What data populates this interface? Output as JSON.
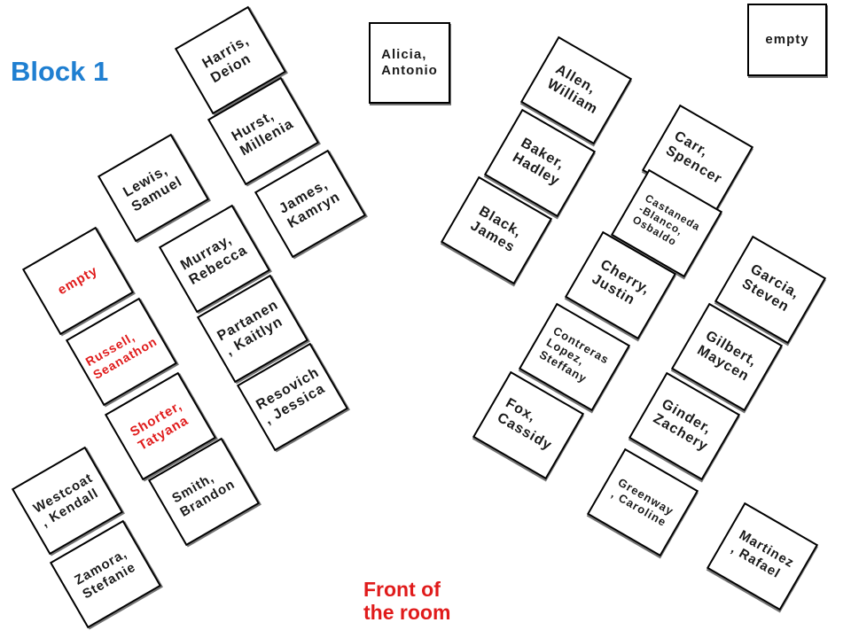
{
  "colors": {
    "title": "#1f7fd1",
    "front": "#e01b1b",
    "highlight": "#e01b1b",
    "text": "#1a1a1a",
    "border": "#000000"
  },
  "title": "Block 1",
  "front_label": "Front of\nthe room",
  "desks": [
    {
      "id": "desk-harris-deion",
      "label": "Harris,\nDeion",
      "highlight": false
    },
    {
      "id": "desk-hurst-millenia",
      "label": "Hurst,\nMillenia",
      "highlight": false
    },
    {
      "id": "desk-james-kamryn",
      "label": "James,\nKamryn",
      "highlight": false
    },
    {
      "id": "desk-lewis-samuel",
      "label": "Lewis,\nSamuel",
      "highlight": false
    },
    {
      "id": "desk-murray-rebecca",
      "label": "Murray,\nRebecca",
      "highlight": false
    },
    {
      "id": "desk-partanen-kaitlyn",
      "label": "Partanen\n, Kaitlyn",
      "highlight": false
    },
    {
      "id": "desk-resovich-jessica",
      "label": "Resovich\n, Jessica",
      "highlight": false
    },
    {
      "id": "desk-empty-left",
      "label": "empty",
      "highlight": true
    },
    {
      "id": "desk-russell-seanathon",
      "label": "Russell,\nSeanathon",
      "highlight": true
    },
    {
      "id": "desk-shorter-tatyana",
      "label": "Shorter,\nTatyana",
      "highlight": true
    },
    {
      "id": "desk-smith-brandon",
      "label": "Smith,\nBrandon",
      "highlight": false
    },
    {
      "id": "desk-westcoat-kendall",
      "label": "Westcoat\n, Kendall",
      "highlight": false
    },
    {
      "id": "desk-zamora-stefanie",
      "label": "Zamora,\nStefanie",
      "highlight": false
    },
    {
      "id": "desk-alicia-antonio",
      "label": "Alicia,\nAntonio",
      "highlight": false
    },
    {
      "id": "desk-allen-william",
      "label": "Allen,\nWilliam",
      "highlight": false
    },
    {
      "id": "desk-baker-hadley",
      "label": "Baker,\nHadley",
      "highlight": false
    },
    {
      "id": "desk-black-james",
      "label": "Black,\nJames",
      "highlight": false
    },
    {
      "id": "desk-empty-top-right",
      "label": "empty",
      "highlight": false
    },
    {
      "id": "desk-carr-spencer",
      "label": "Carr,\nSpencer",
      "highlight": false
    },
    {
      "id": "desk-castaneda-osbaldo",
      "label": "Castaneda\n-Blanco,\nOsbaldo",
      "highlight": false
    },
    {
      "id": "desk-cherry-justin",
      "label": "Cherry,\nJustin",
      "highlight": false
    },
    {
      "id": "desk-contreras-steffany",
      "label": "Contreras\nLopez,\nSteffany",
      "highlight": false
    },
    {
      "id": "desk-fox-cassidy",
      "label": "Fox,\nCassidy",
      "highlight": false
    },
    {
      "id": "desk-garcia-steven",
      "label": "Garcia,\nSteven",
      "highlight": false
    },
    {
      "id": "desk-gilbert-maycen",
      "label": "Gilbert,\nMaycen",
      "highlight": false
    },
    {
      "id": "desk-ginder-zachery",
      "label": "Ginder,\nZachery",
      "highlight": false
    },
    {
      "id": "desk-greenway-caroline",
      "label": "Greenway\n, Caroline",
      "highlight": false
    },
    {
      "id": "desk-martinez-rafael",
      "label": "Martinez\n, Rafael",
      "highlight": false
    }
  ]
}
